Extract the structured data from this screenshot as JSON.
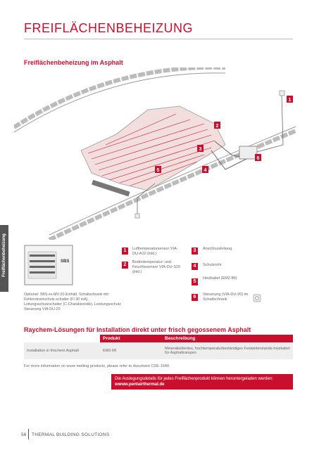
{
  "page": {
    "title": "FREIFLÄCHENBEHEIZUNG",
    "section1_title": "Freiflächenbeheizung im Asphalt",
    "side_tab": "Freiflächenbeheizung",
    "cabinet_label": "SBS",
    "cabinet_caption": "Optional: SBS-xx-MV-20 Einhält. Schaltschrank mit Fehlerstromschutz-schalter (FI 30 mA), Leitungsschutzschalter (C-Charakteristik), Leistungsschutz Steuerung VIA-DU-20",
    "callouts": [
      {
        "num": "1",
        "text": "Lufttemperatursensor VIA-DU-A10 (inkl.)"
      },
      {
        "num": "2",
        "text": "Bodentemperatur- und Feuchtesensor VIA-DU-S20 (inkl.)"
      },
      {
        "num": "3",
        "text": "Anschlussleitung"
      },
      {
        "num": "4",
        "text": "Schutzrohr"
      },
      {
        "num": "5",
        "text": "Heizkabel (EM2-MI)"
      },
      {
        "num": "6",
        "text": "Steuerung (VIA-DU-20) im Schaltschrank"
      }
    ],
    "section2_title": "Raychem-Lösungen für Installation direkt unter frisch gegossenem Asphalt",
    "table": {
      "headers": [
        "",
        "Produkt",
        "Beschreibung"
      ],
      "rows": [
        [
          "Installation in frischem Asphalt",
          "EM2-MI",
          "Mineralisoliertes, hochtemperaturbeständiges Festwiderstands-heizkabel für Asphaltrampen"
        ]
      ]
    },
    "more_info": "For more information on snow melting products, please refer to document CDE-1540.",
    "design_note": "Die Auslegungsdetails für jedes Freiflächenprodukt können heruntergeladen werden:",
    "design_url": "wwww.pentairthermal.de",
    "page_number": "56",
    "footer": "THERMAL BUILDING SOLUTIONS"
  },
  "colors": {
    "accent": "#c8102e"
  }
}
